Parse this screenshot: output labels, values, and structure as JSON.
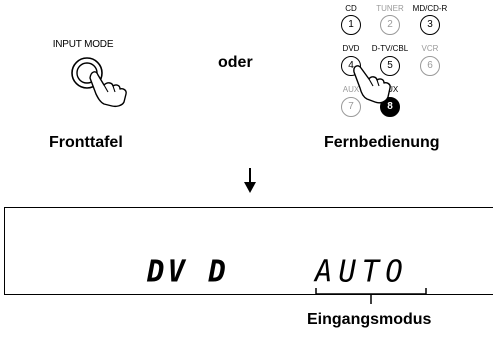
{
  "front_panel": {
    "button_label": "INPUT MODE",
    "caption": "Fronttafel"
  },
  "connector": "oder",
  "remote": {
    "caption": "Fernbedienung",
    "buttons": [
      {
        "label": "CD",
        "number": "1",
        "active": true
      },
      {
        "label": "TUNER",
        "number": "2",
        "active": false
      },
      {
        "label": "MD/CD-R",
        "number": "3",
        "active": true
      },
      {
        "label": "DVD",
        "number": "4",
        "active": true
      },
      {
        "label": "D-TV/CBL",
        "number": "5",
        "active": true
      },
      {
        "label": "VCR",
        "number": "6",
        "active": false
      },
      {
        "label": "AUX",
        "number": "7",
        "active": false
      },
      {
        "label": "AUX",
        "number": "8",
        "active": true
      }
    ]
  },
  "display": {
    "source_text": "DV D",
    "mode_text": "AUTO",
    "bracket_caption": "Eingangsmodus"
  }
}
